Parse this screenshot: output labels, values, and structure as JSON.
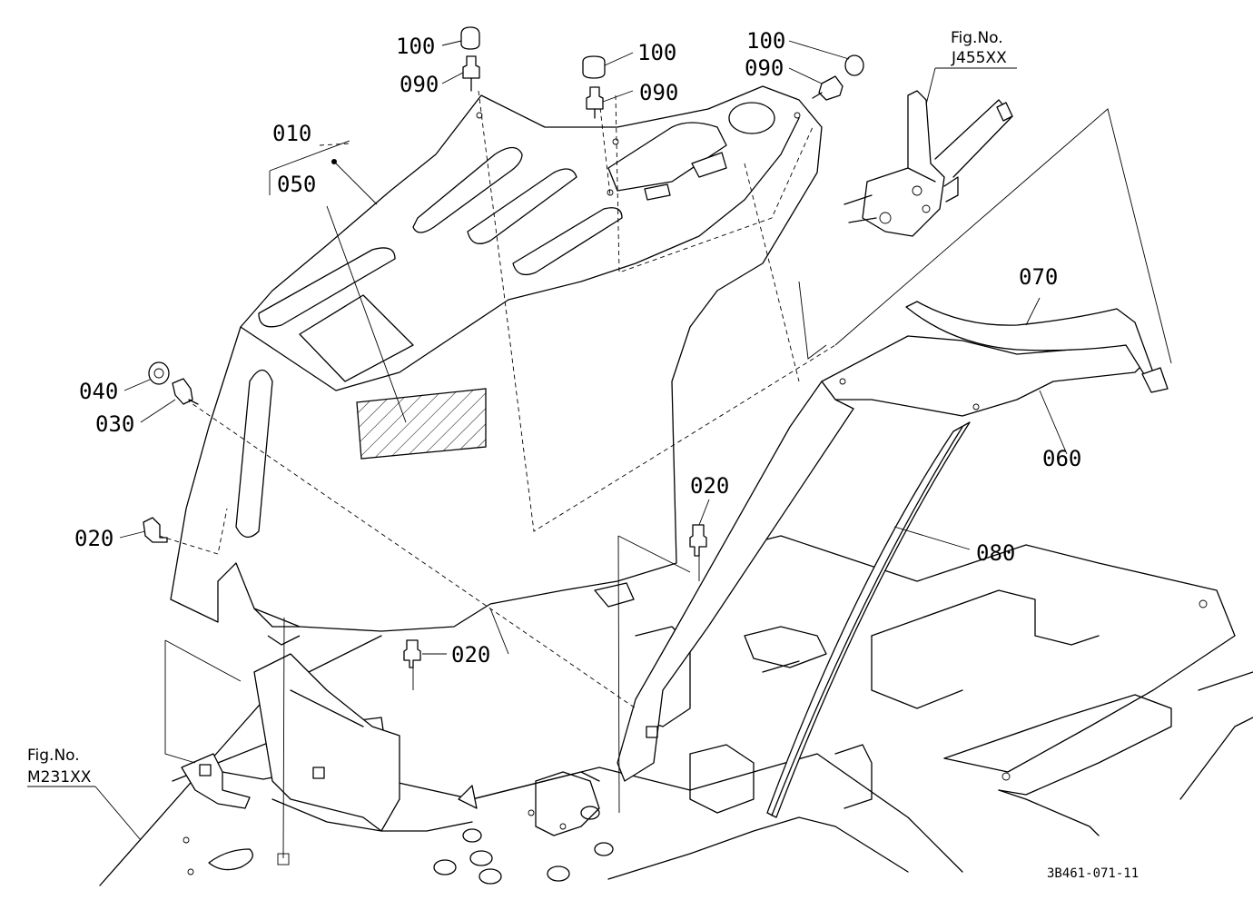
{
  "parts": [
    {
      "id": "p010",
      "no": "010"
    },
    {
      "id": "p050",
      "no": "050"
    },
    {
      "id": "p100a",
      "no": "100"
    },
    {
      "id": "p090a",
      "no": "090"
    },
    {
      "id": "p100b",
      "no": "100"
    },
    {
      "id": "p090b",
      "no": "090"
    },
    {
      "id": "p100c",
      "no": "100"
    },
    {
      "id": "p090c",
      "no": "090"
    },
    {
      "id": "p040",
      "no": "040"
    },
    {
      "id": "p030",
      "no": "030"
    },
    {
      "id": "p020a",
      "no": "020"
    },
    {
      "id": "p020b",
      "no": "020"
    },
    {
      "id": "p020c",
      "no": "020"
    },
    {
      "id": "p070",
      "no": "070"
    },
    {
      "id": "p060",
      "no": "060"
    },
    {
      "id": "p080",
      "no": "080"
    }
  ],
  "refs": [
    {
      "label": "Fig.No.",
      "code": "J455XX"
    },
    {
      "label": "Fig.No.",
      "code": "M231XX"
    }
  ],
  "drawing_code": "3B461-071-11"
}
